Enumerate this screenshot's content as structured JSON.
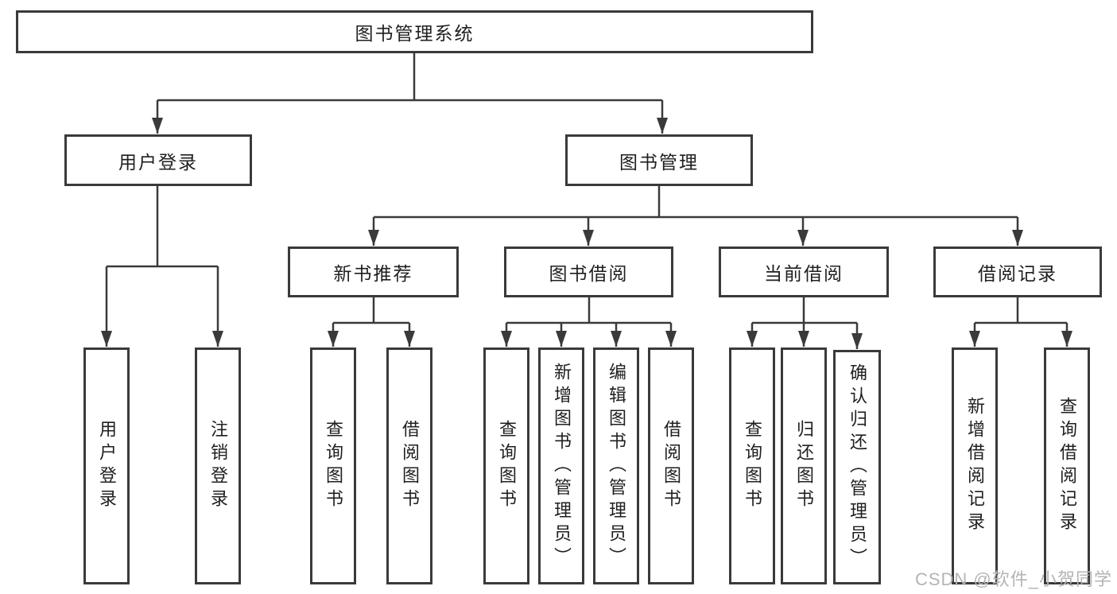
{
  "diagram": {
    "title": "图书管理系统",
    "branches": [
      {
        "label": "用户登录",
        "children": [
          {
            "label": "用户登录"
          },
          {
            "label": "注销登录"
          }
        ]
      },
      {
        "label": "图书管理",
        "children": [
          {
            "label": "新书推荐",
            "children": [
              {
                "label": "查询图书"
              },
              {
                "label": "借阅图书"
              }
            ]
          },
          {
            "label": "图书借阅",
            "children": [
              {
                "label": "查询图书"
              },
              {
                "label": "新增图书（管理员）"
              },
              {
                "label": "编辑图书（管理员）"
              },
              {
                "label": "借阅图书"
              }
            ]
          },
          {
            "label": "当前借阅",
            "children": [
              {
                "label": "查询图书"
              },
              {
                "label": "归还图书"
              },
              {
                "label": "确认归还（管理员）"
              }
            ]
          },
          {
            "label": "借阅记录",
            "children": [
              {
                "label": "新增借阅记录"
              },
              {
                "label": "查询借阅记录"
              }
            ]
          }
        ]
      }
    ]
  },
  "watermark": {
    "text": "CSDN @软件_小贺同学"
  },
  "colors": {
    "line": "#3a3a3a",
    "text": "#1f1f1f",
    "box_fill": "#ffffff",
    "background": "#ffffff",
    "watermark": "#b4b4b4"
  }
}
